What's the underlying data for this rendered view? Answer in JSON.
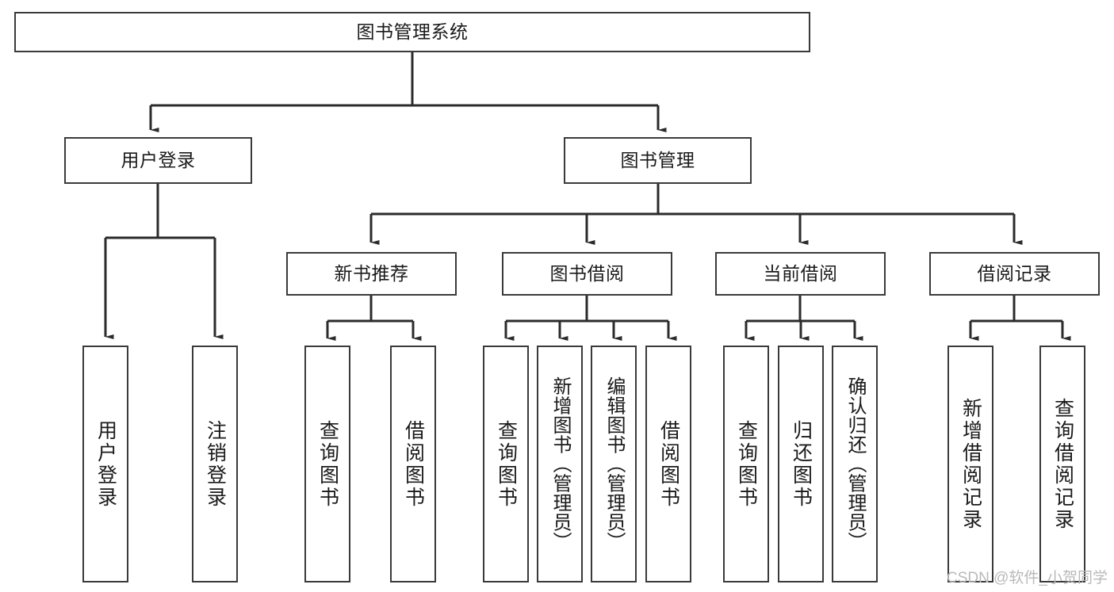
{
  "diagram": {
    "title": "图书管理系统",
    "type": "tree-hierarchy-diagram",
    "colors": {
      "box_border": "#3a3a3a",
      "box_fill": "#ffffff",
      "connector": "#2b2b2b",
      "text": "#1a1a1a",
      "watermark": "#b9b9b9"
    },
    "root": {
      "label": "图书管理系统"
    },
    "level1": [
      {
        "label": "用户登录"
      },
      {
        "label": "图书管理"
      }
    ],
    "level2": [
      {
        "label": "新书推荐"
      },
      {
        "label": "图书借阅"
      },
      {
        "label": "当前借阅"
      },
      {
        "label": "借阅记录"
      }
    ],
    "leaves": {
      "user_login": [
        {
          "label": "用户登录"
        },
        {
          "label": "注销登录"
        }
      ],
      "new_book_recommend": [
        {
          "label": "查询图书"
        },
        {
          "label": "借阅图书"
        }
      ],
      "book_borrow": [
        {
          "label": "查询图书"
        },
        {
          "label": "新增图书（管理员）"
        },
        {
          "label": "编辑图书（管理员）"
        },
        {
          "label": "借阅图书"
        }
      ],
      "current_borrow": [
        {
          "label": "查询图书"
        },
        {
          "label": "归还图书"
        },
        {
          "label": "确认归还（管理员）"
        }
      ],
      "borrow_records": [
        {
          "label": "新增借阅记录"
        },
        {
          "label": "查询借阅记录"
        }
      ]
    }
  },
  "watermark": {
    "text": "CSDN @软件_小贺同学"
  }
}
